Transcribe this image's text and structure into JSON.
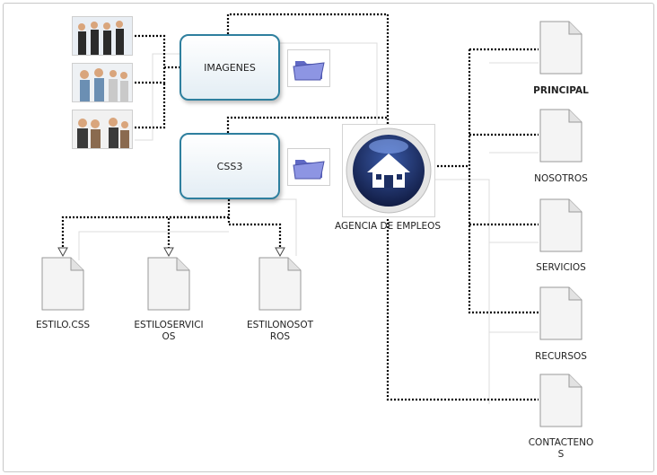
{
  "nodes": {
    "imagenes": "IMAGENES",
    "css3": "CSS3",
    "agencia": "AGENCIA DE EMPLEOS",
    "estilo": "ESTILO.CSS",
    "estiloservicios": [
      "ESTILOSERVICI",
      "OS"
    ],
    "estilonosotros": [
      "ESTILONOSOT",
      "ROS"
    ],
    "principal": "PRINCIPAL",
    "nosotros": "NOSOTROS",
    "servicios": "SERVICIOS",
    "recursos": "RECURSOS",
    "contactenos": [
      "CONTACTENO",
      "S"
    ]
  },
  "colors": {
    "box_border": "#2e7f9e",
    "home_circle": "#1d2f63",
    "folder": "#7d86d8",
    "connector": "#000000"
  },
  "icons": {
    "photo": "people-photo-icon",
    "folder": "folder-icon",
    "home": "home-icon",
    "page": "document-page-icon"
  }
}
